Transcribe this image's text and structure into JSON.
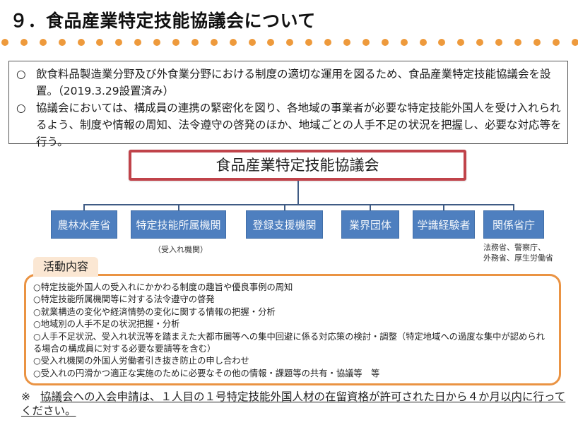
{
  "page": {
    "title": "９．食品産業特定技能協議会について",
    "accent_colors": {
      "dots": "#ee9a3c",
      "council_border": "#c0434a",
      "member_box": "#4e7fbf",
      "connector": "#3f5b84",
      "activity_border": "#ea9343",
      "activity_tab": "#fbe7d3"
    }
  },
  "intro": {
    "items": [
      {
        "bullet": "○",
        "text": "飲食料品製造業分野及び外食業分野における制度の適切な運用を図るため、食品産業特定技能協議会を設置。（2019.3.29設置済み）"
      },
      {
        "bullet": "○",
        "text": "協議会においては、構成員の連携の緊密化を図り、各地域の事業者が必要な特定技能外国人を受け入れられるよう、制度や情報の周知、法令遵守の啓発のほか、地域ごとの人手不足の状況を把握し、必要な対応等を行う。"
      }
    ]
  },
  "org_chart": {
    "council": "食品産業特定技能協議会",
    "members": [
      {
        "label": "農林水産省",
        "note": ""
      },
      {
        "label": "特定技能所属機関",
        "note": "（受入れ機関）"
      },
      {
        "label": "登録支援機関",
        "note": ""
      },
      {
        "label": "業界団体",
        "note": ""
      },
      {
        "label": "学識経験者",
        "note": ""
      },
      {
        "label": "関係省庁",
        "note_lines": [
          "法務省、警察庁、",
          "外務省、厚生労働省"
        ]
      }
    ]
  },
  "activities": {
    "heading": "活動内容",
    "items": [
      "○特定技能外国人の受入れにかかわる制度の趣旨や優良事例の周知",
      "○特定技能所属機関等に対する法令遵守の啓発",
      "○就業構造の変化や経済情勢の変化に関する情報の把握・分析",
      "○地域別の人手不足の状況把握・分析",
      "○人手不足状況、受入れ状況等を踏まえた大都市圏等への集中回避に係る対応策の検討・調整（特定地域への過度な集中が認められる場合の構成員に対する必要な要請等を含む）",
      "○受入れ機関の外国人労働者引き抜き防止の申し合わせ",
      "○受入れの円滑かつ適正な実施のために必要なその他の情報・課題等の共有・協議等　等"
    ]
  },
  "footnote": {
    "mark": "※",
    "text": "協議会への入会申請は、１人目の１号特定技能外国人材の在留資格が許可された日から４か月以内に行ってください。"
  }
}
